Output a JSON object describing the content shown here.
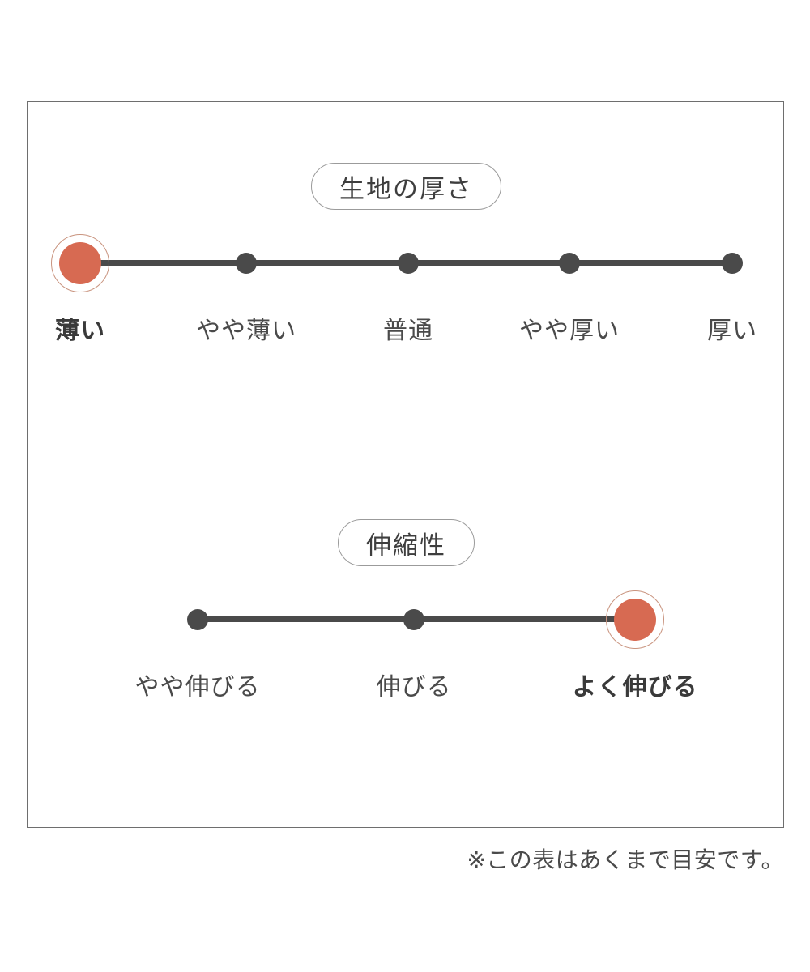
{
  "chart_data": {
    "type": "table",
    "title": "",
    "charts": [
      {
        "type": "scale",
        "title": "生地の厚さ",
        "categories": [
          "薄い",
          "やや薄い",
          "普通",
          "やや厚い",
          "厚い"
        ],
        "values": [
          1,
          2,
          3,
          4,
          5
        ],
        "selected_index": 0,
        "selected_label": "薄い",
        "axis_orientation": "horizontal",
        "grid": false,
        "legend": "none"
      },
      {
        "type": "scale",
        "title": "伸縮性",
        "categories": [
          "やや伸びる",
          "伸びる",
          "よく伸びる"
        ],
        "values": [
          1,
          2,
          3
        ],
        "selected_index": 2,
        "selected_label": "よく伸びる",
        "axis_orientation": "horizontal",
        "grid": false,
        "legend": "none"
      }
    ],
    "annotations": [
      "※この表はあくまで目安です。"
    ]
  },
  "card": {
    "sections": [
      {
        "heading": "生地の厚さ",
        "ticks": [
          {
            "label": "薄い",
            "active": true
          },
          {
            "label": "やや薄い",
            "active": false
          },
          {
            "label": "普通",
            "active": false
          },
          {
            "label": "やや厚い",
            "active": false
          },
          {
            "label": "厚い",
            "active": false
          }
        ]
      },
      {
        "heading": "伸縮性",
        "ticks": [
          {
            "label": "やや伸びる",
            "active": false
          },
          {
            "label": "伸びる",
            "active": false
          },
          {
            "label": "よく伸びる",
            "active": true
          }
        ]
      }
    ]
  },
  "footnote": "※この表はあくまで目安です。",
  "colors": {
    "active_dot": "#d76a52",
    "active_ring": "#c9947f",
    "plain_dot": "#4a4a4a",
    "track": "#4a4a4a",
    "border": "#6e6e6e",
    "pill_border": "#9b9b9b",
    "text": "#4a4a4a",
    "background": "#ffffff"
  }
}
